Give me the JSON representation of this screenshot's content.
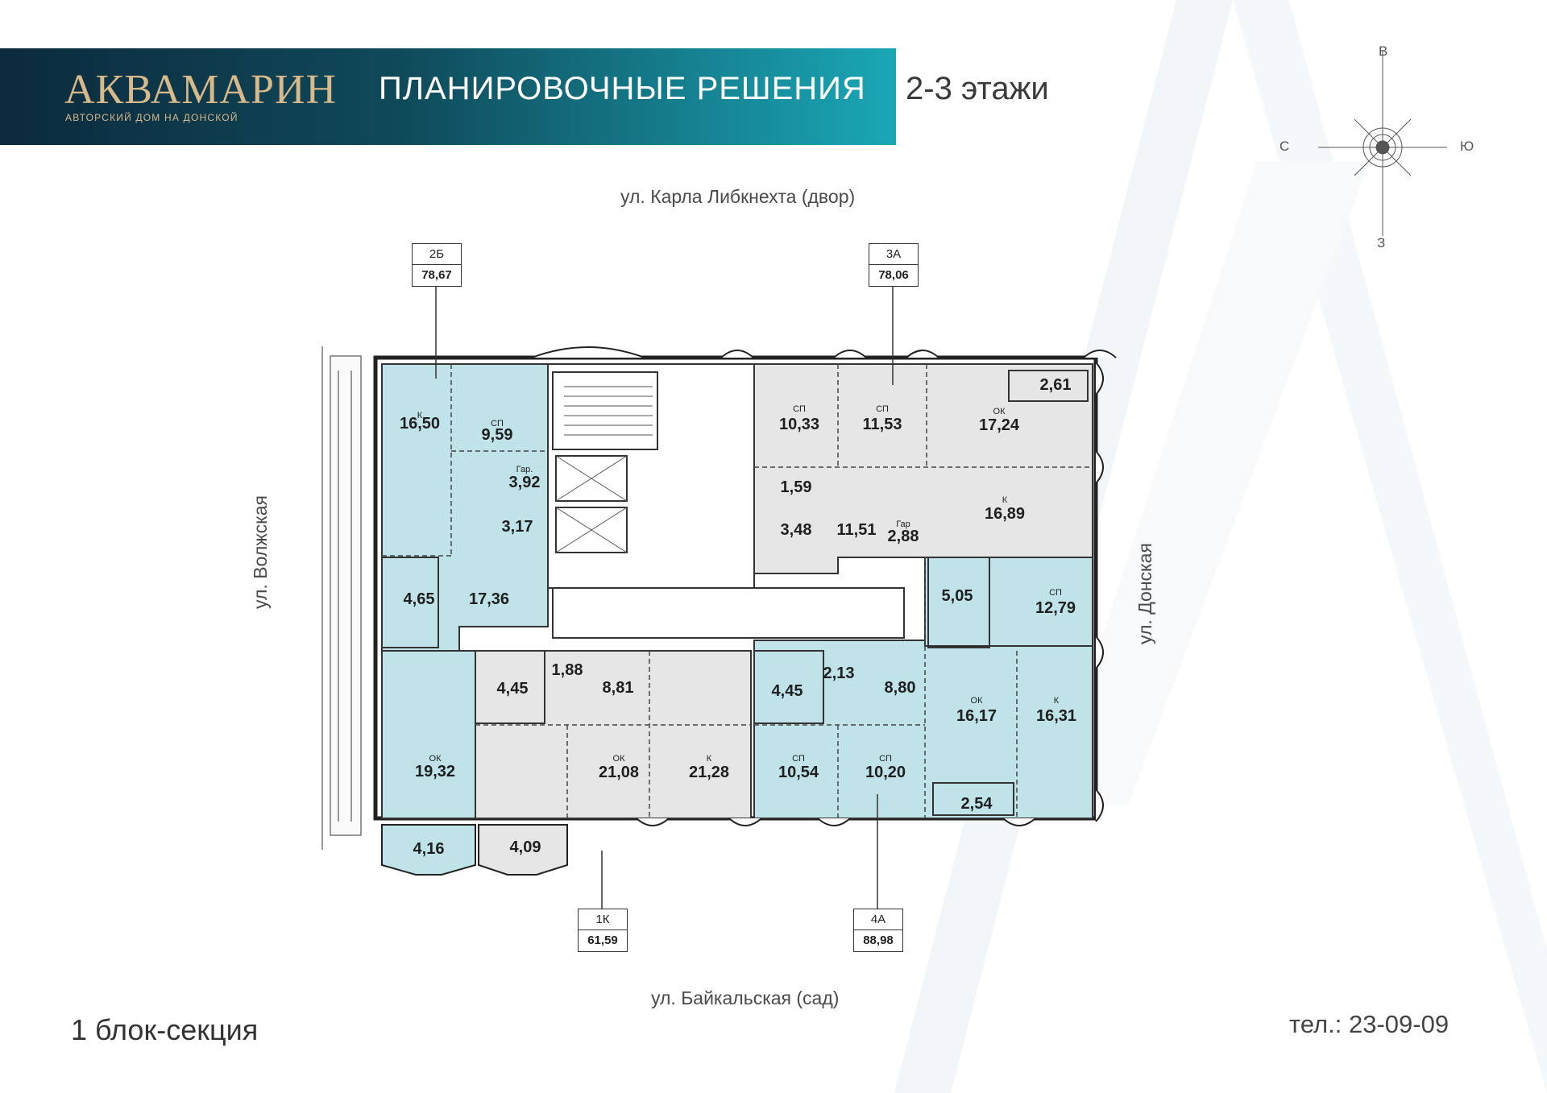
{
  "header": {
    "brand": "АКВАМАРИН",
    "brand_subtitle": "АВТОРСКИЙ ДОМ НА ДОНСКОЙ",
    "title": "ПЛАНИРОВОЧНЫЕ РЕШЕНИЯ",
    "floors": "2-3 этажи"
  },
  "streets": {
    "top": "ул. Карла Либкнехта (двор)",
    "bottom": "ул. Байкальская (сад)",
    "left": "ул. Волжская",
    "right": "ул. Донская"
  },
  "compass": {
    "north": "В",
    "south": "З",
    "west": "С",
    "east": "Ю"
  },
  "footer": {
    "section": "1 блок-секция",
    "phone": "тел.: 23-09-09"
  },
  "apartments": [
    {
      "code": "2Б",
      "area": "78,67"
    },
    {
      "code": "3А",
      "area": "78,06"
    },
    {
      "code": "1К",
      "area": "61,59"
    },
    {
      "code": "4А",
      "area": "88,98"
    }
  ],
  "rooms": [
    {
      "label": "К",
      "area": "16,50"
    },
    {
      "label": "СП",
      "area": "9,59"
    },
    {
      "label": "Гар.",
      "area": "3,92"
    },
    {
      "label": "",
      "area": "3,17"
    },
    {
      "label": "",
      "area": "4,65"
    },
    {
      "label": "",
      "area": "17,36"
    },
    {
      "label": "ОК",
      "area": "19,32"
    },
    {
      "label": "",
      "area": "4,16"
    },
    {
      "label": "",
      "area": "4,09"
    },
    {
      "label": "",
      "area": "4,45"
    },
    {
      "label": "",
      "area": "1,88"
    },
    {
      "label": "",
      "area": "8,81"
    },
    {
      "label": "ОК",
      "area": "21,08"
    },
    {
      "label": "К",
      "area": "21,28"
    },
    {
      "label": "СП",
      "area": "10,33"
    },
    {
      "label": "СП",
      "area": "11,53"
    },
    {
      "label": "ОК",
      "area": "17,24"
    },
    {
      "label": "",
      "area": "2,61"
    },
    {
      "label": "",
      "area": "1,59"
    },
    {
      "label": "",
      "area": "3,48"
    },
    {
      "label": "",
      "area": "11,51"
    },
    {
      "label": "Гар",
      "area": "2,88"
    },
    {
      "label": "К",
      "area": "16,89"
    },
    {
      "label": "",
      "area": "4,45"
    },
    {
      "label": "",
      "area": "2,13"
    },
    {
      "label": "",
      "area": "8,80"
    },
    {
      "label": "СП",
      "area": "10,54"
    },
    {
      "label": "СП",
      "area": "10,20"
    },
    {
      "label": "",
      "area": "5,05"
    },
    {
      "label": "СП",
      "area": "12,79"
    },
    {
      "label": "ОК",
      "area": "16,17"
    },
    {
      "label": "К",
      "area": "16,31"
    },
    {
      "label": "",
      "area": "2,54"
    }
  ],
  "colors": {
    "teal_fill": "#bfe3e8",
    "grey_fill": "#e6e6e6",
    "header_dark": "#0c2a3d",
    "header_light": "#1aa7b6",
    "brand_gold": "#d8b98a"
  }
}
